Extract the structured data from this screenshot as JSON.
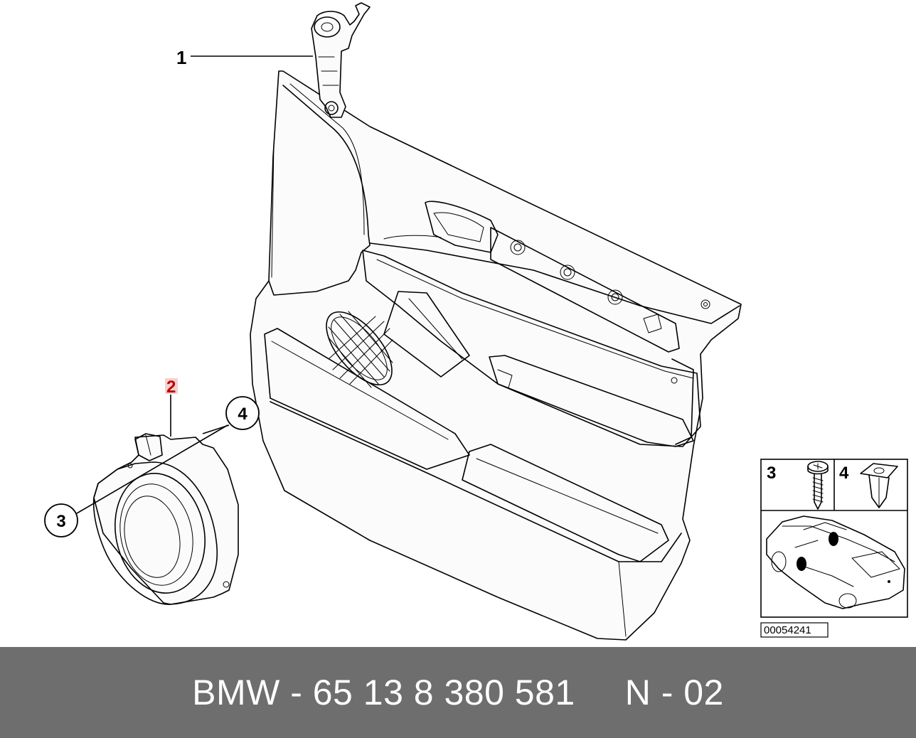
{
  "callouts": {
    "c1": "1",
    "c2": "2",
    "c3": "3",
    "c4": "4"
  },
  "inset": {
    "label_3": "3",
    "label_4": "4",
    "ref_number": "00054241"
  },
  "footer": {
    "part_number": "BMW - 65 13 8 380 581",
    "page_code": "N - 02"
  },
  "colors": {
    "highlight_callout": "#c00000",
    "footer_background": "#6e6e6e",
    "footer_text": "#ffffff",
    "marker_fill": "#000000"
  }
}
